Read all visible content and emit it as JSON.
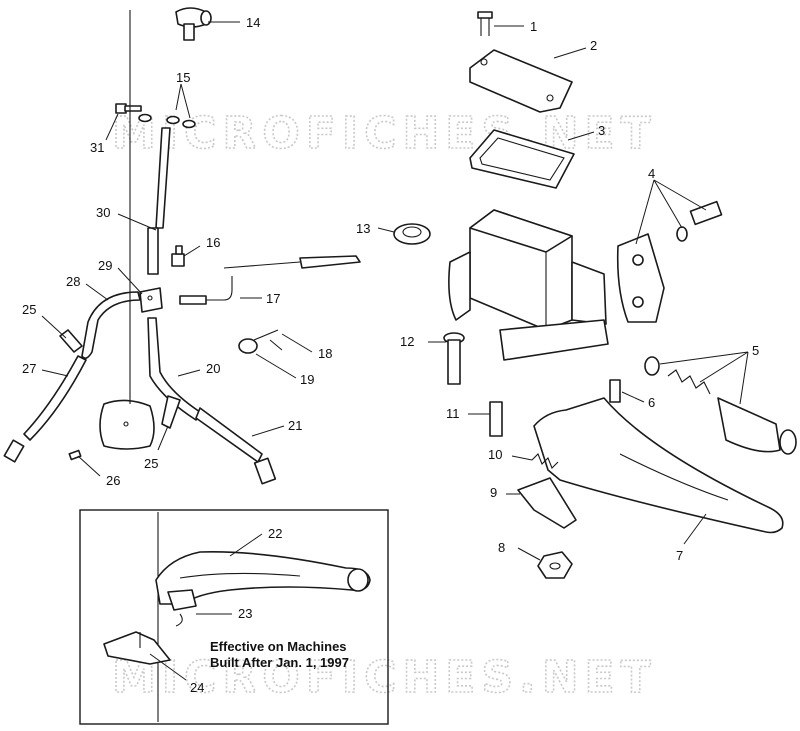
{
  "watermark": {
    "text": "MICROFICHES.NET",
    "color": "#c9c9c9"
  },
  "inset": {
    "note_line1": "Effective on Machines",
    "note_line2": "Built After Jan. 1, 1997"
  },
  "callouts": [
    "1",
    "2",
    "3",
    "4",
    "5",
    "6",
    "7",
    "8",
    "9",
    "10",
    "11",
    "12",
    "13",
    "14",
    "15",
    "16",
    "17",
    "18",
    "19",
    "20",
    "21",
    "22",
    "23",
    "24",
    "25",
    "26",
    "27",
    "28",
    "29",
    "30",
    "31",
    "25"
  ]
}
